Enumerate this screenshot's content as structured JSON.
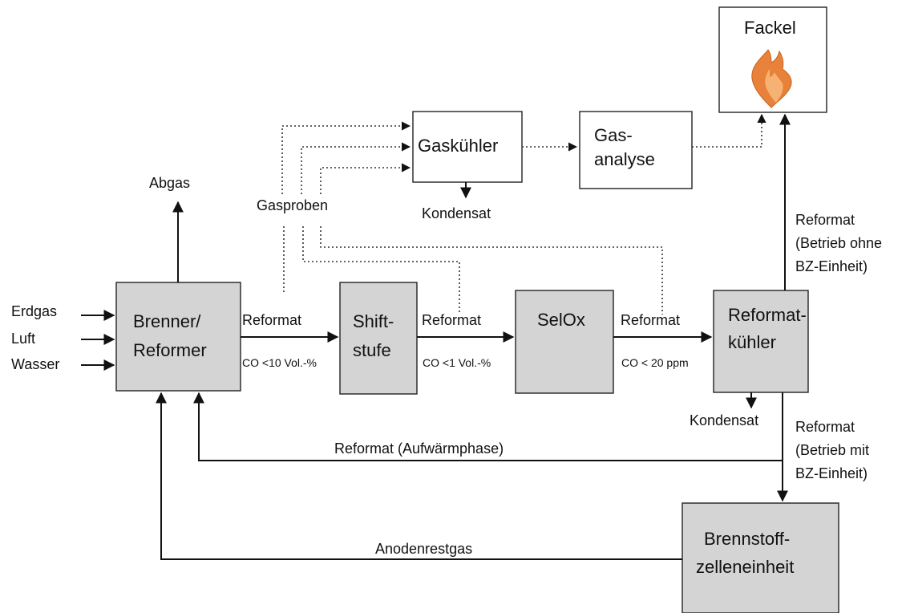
{
  "boxes": {
    "brenner": [
      "Brenner/",
      "Reformer"
    ],
    "shift": [
      "Shift-",
      "stufe"
    ],
    "selox": "SelOx",
    "reformatkuehler": [
      "Reformat-",
      "kühler"
    ],
    "brennstoff": [
      "Brennstoff-",
      "zelleneinheit"
    ],
    "gaskuehler": "Gaskühler",
    "gasanalyse": [
      "Gas-",
      "analyse"
    ],
    "fackel": "Fackel"
  },
  "labels": {
    "erdgas": "Erdgas",
    "luft": "Luft",
    "wasser": "Wasser",
    "abgas": "Abgas",
    "gasproben": "Gasproben",
    "kondensat_gaskuehler": "Kondensat",
    "kondensat_kuehler": "Kondensat",
    "reformat_1": "Reformat",
    "co_1": "CO <10 Vol.-%",
    "reformat_2": "Reformat",
    "co_2": "CO <1 Vol.-%",
    "reformat_3": "Reformat",
    "co_3": "CO < 20 ppm",
    "reformat_ohne": [
      "Reformat",
      "(Betrieb ohne",
      "BZ-Einheit)"
    ],
    "reformat_mit": [
      "Reformat",
      "(Betrieb mit",
      "BZ-Einheit)"
    ],
    "aufwaermphase": "Reformat (Aufwärmphase)",
    "anodenrestgas": "Anodenrestgas"
  },
  "colors": {
    "box_fill": "#d4d4d4",
    "flame_outer": "#e8823a",
    "flame_inner": "#f6b274"
  }
}
